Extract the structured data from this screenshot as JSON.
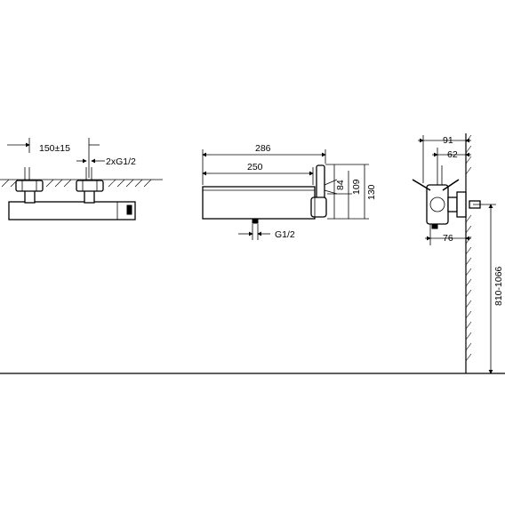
{
  "front_view": {
    "spacing_label": "150±15",
    "inlet_label": "2xG1/2"
  },
  "top_view": {
    "length_overall": "286",
    "length_body": "250",
    "outlet_label": "G1/2",
    "dim_84": "84",
    "dim_109": "109",
    "dim_130": "130"
  },
  "side_view": {
    "dim_91": "91",
    "dim_62": "62",
    "dim_76": "76",
    "mount_height": "810-1066"
  }
}
